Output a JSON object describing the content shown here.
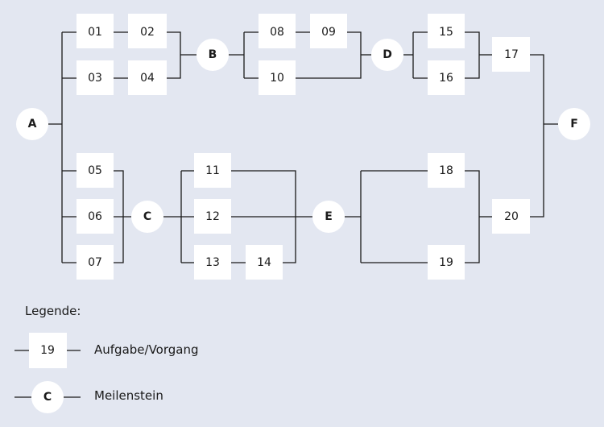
{
  "milestones": [
    "A",
    "B",
    "C",
    "D",
    "E",
    "F"
  ],
  "tasks": [
    "01",
    "02",
    "03",
    "04",
    "05",
    "06",
    "07",
    "08",
    "09",
    "10",
    "11",
    "12",
    "13",
    "14",
    "15",
    "16",
    "17",
    "18",
    "19",
    "20"
  ],
  "legend": {
    "title": "Legende:",
    "task_example": "19",
    "task_label": "Aufgabe/Vorgang",
    "milestone_example": "C",
    "milestone_label": "Meilenstein"
  }
}
